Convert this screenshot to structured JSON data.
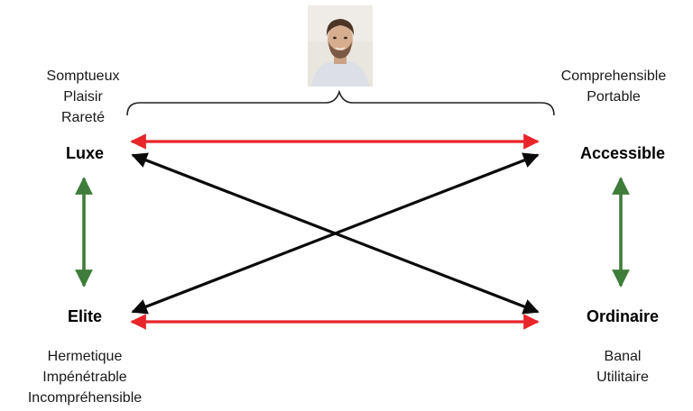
{
  "nodes": {
    "top_left": {
      "label": "Luxe",
      "descriptors": [
        "Somptueux",
        "Plaisir",
        "Rareté"
      ]
    },
    "top_right": {
      "label": "Accessible",
      "descriptors": [
        "Comprehensible",
        "Portable"
      ]
    },
    "bottom_left": {
      "label": "Elite",
      "descriptors": [
        "Hermetique",
        "Impénétrable",
        "Incompréhensible"
      ]
    },
    "bottom_right": {
      "label": "Ordinaire",
      "descriptors": [
        "Banal",
        "Utilitaire"
      ]
    }
  },
  "colors": {
    "contrary": "#e8252a",
    "contradictory": "#0a0a0a",
    "complementary": "#3f7d3a",
    "bracket": "#222222"
  },
  "relations": [
    {
      "type": "contrary",
      "from": "top_left",
      "to": "top_right"
    },
    {
      "type": "contrary",
      "from": "bottom_left",
      "to": "bottom_right"
    },
    {
      "type": "contradictory",
      "from": "top_left",
      "to": "bottom_right"
    },
    {
      "type": "contradictory",
      "from": "top_right",
      "to": "bottom_left"
    },
    {
      "type": "complementary",
      "from": "top_left",
      "to": "bottom_left"
    },
    {
      "type": "complementary",
      "from": "top_right",
      "to": "bottom_right"
    }
  ],
  "photo": {
    "icon": "person-portrait"
  }
}
